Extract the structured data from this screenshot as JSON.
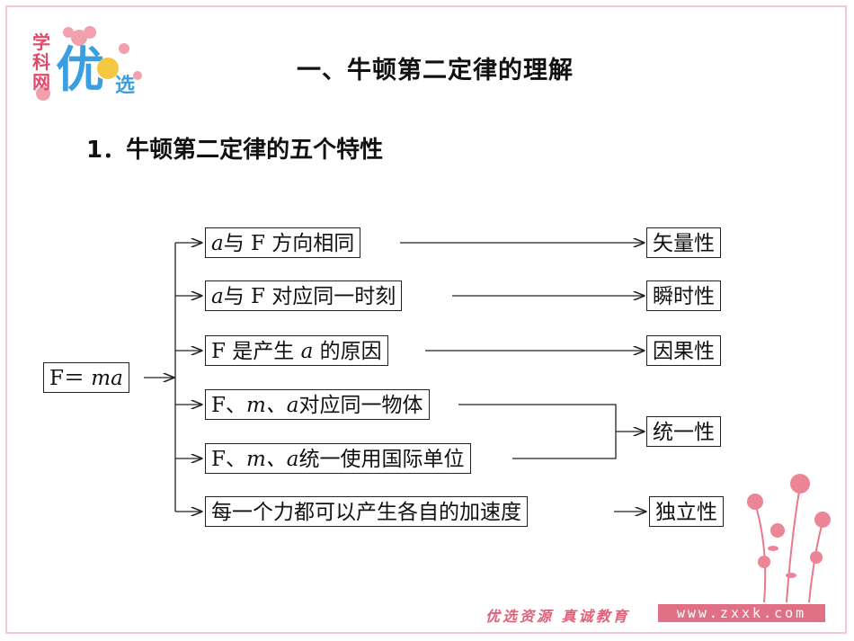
{
  "title": "一、牛顿第二定律的理解",
  "subtitle": "1．牛顿第二定律的五个特性",
  "root": {
    "pre": "F＝ ",
    "var": "ma"
  },
  "items": [
    {
      "var": "a",
      "rest": "与 F 方向相同"
    },
    {
      "var": "a",
      "rest": "与 F 对应同一时刻"
    },
    {
      "pre": "F 是产生 ",
      "var": "a",
      "rest": " 的原因"
    },
    {
      "pre": "F、",
      "var": "m、a",
      "rest": "对应同一物体"
    },
    {
      "pre": "F、",
      "var": "m、a",
      "rest": "统一使用国际单位"
    },
    {
      "rest": "每一个力都可以产生各自的加速度"
    }
  ],
  "properties": [
    "矢量性",
    "瞬时性",
    "因果性",
    "统一性",
    "独立性"
  ],
  "logo": {
    "chars": [
      "学",
      "科",
      "网"
    ],
    "brand": "优",
    "brand2": "选"
  },
  "footer": {
    "slogan": "优选资源 真诚教育",
    "url": "www.zxxk.com"
  },
  "colors": {
    "accent": "#e0627a",
    "border": "#f3c9cf"
  }
}
